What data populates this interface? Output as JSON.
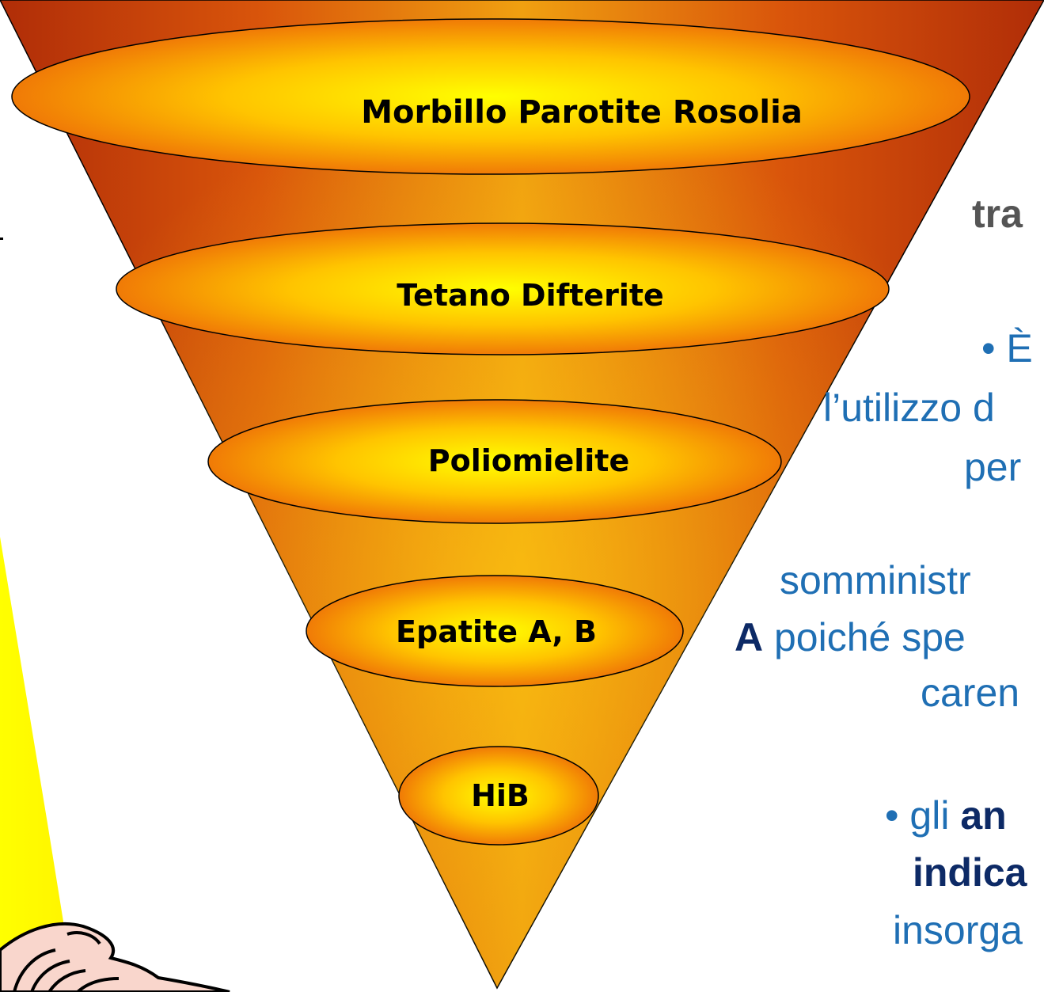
{
  "funnel": {
    "levels": [
      {
        "label": "Morbillo Parotite Rosolia"
      },
      {
        "label": "Tetano Difterite"
      },
      {
        "label": "Poliomielite"
      },
      {
        "label": "Epatite A, B"
      },
      {
        "label": "HiB"
      }
    ],
    "colors": {
      "outer": "#b83208",
      "mid": "#e4630d",
      "center": "#ffd000"
    }
  },
  "side_text": {
    "line1": "tra",
    "line2_bullet": "• È",
    "line3": "l’utilizzo d",
    "line4": "per",
    "line5": "somministr",
    "line6_bold": "A",
    "line6_rest": " poiché spe",
    "line7": "caren",
    "line8_bullet": "• gli ",
    "line8_bold": "an",
    "line9_bold": "indica",
    "line10": "insorga"
  },
  "illustration": {
    "name": "cartoon character with yellow light beam"
  }
}
